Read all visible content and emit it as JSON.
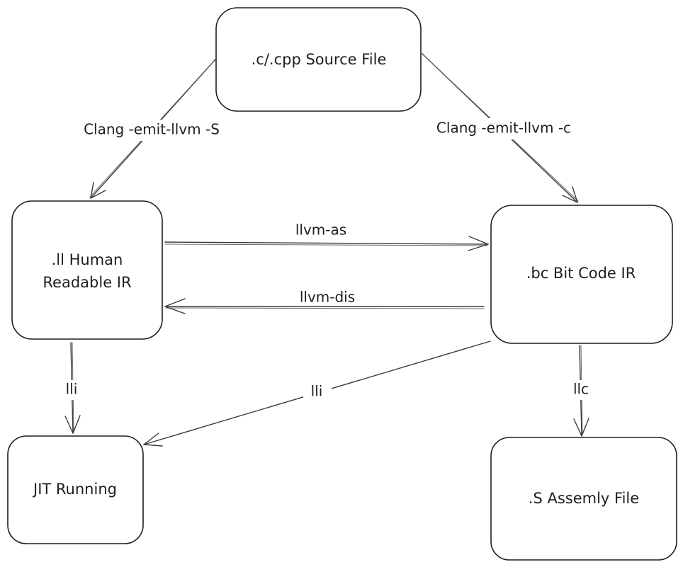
{
  "nodes": {
    "source": {
      "label": ".c/.cpp Source File"
    },
    "ll": {
      "line1": ".ll Human",
      "line2": "Readable IR"
    },
    "bc": {
      "label": ".bc Bit Code IR"
    },
    "jit": {
      "label": "JIT Running"
    },
    "asm": {
      "label": ".S Assemly File"
    }
  },
  "edges": {
    "source_to_ll": {
      "label": "Clang -emit-llvm -S"
    },
    "source_to_bc": {
      "label": "Clang -emit-llvm -c"
    },
    "ll_to_bc": {
      "label": "llvm-as"
    },
    "bc_to_ll": {
      "label": "llvm-dis"
    },
    "ll_to_jit": {
      "label": "lli"
    },
    "bc_to_jit": {
      "label": "lli"
    },
    "bc_to_asm": {
      "label": "llc"
    }
  },
  "colors": {
    "stroke": "#1e1e1e",
    "background": "#ffffff"
  }
}
